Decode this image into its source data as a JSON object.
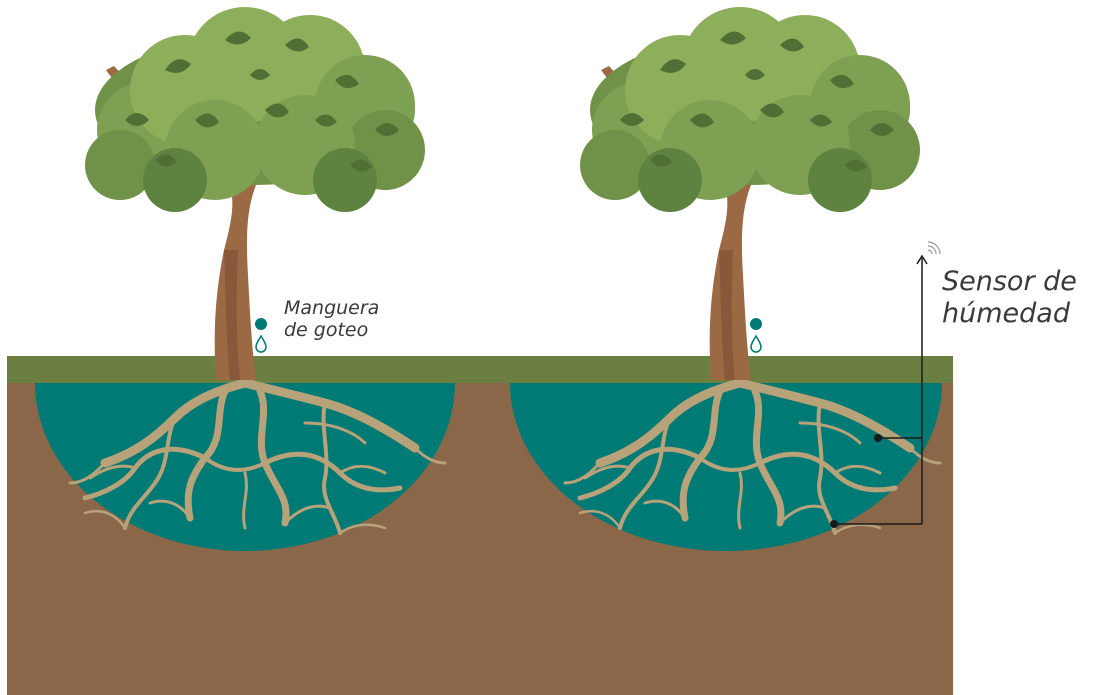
{
  "labels": {
    "hose_line1": "Manguera",
    "hose_line2": "de goteo",
    "sensor_line1": "Sensor de",
    "sensor_line2": "húmedad"
  },
  "colors": {
    "soil": "#8a6749",
    "grass": "#6b7f42",
    "wet_zone": "#007a74",
    "root": "#b8a27a",
    "trunk": "#9b6a45",
    "trunk_shade": "#7a4f33",
    "foliage_light": "#8dae5a",
    "foliage_mid": "#6f9248",
    "foliage_dark": "#4f6f35",
    "drip_dot": "#007a74",
    "line": "#1a1a1a",
    "text": "#3a3a3a"
  },
  "icons": [
    "water-drop-icon",
    "signal-waves-icon",
    "arrow-up-icon"
  ]
}
